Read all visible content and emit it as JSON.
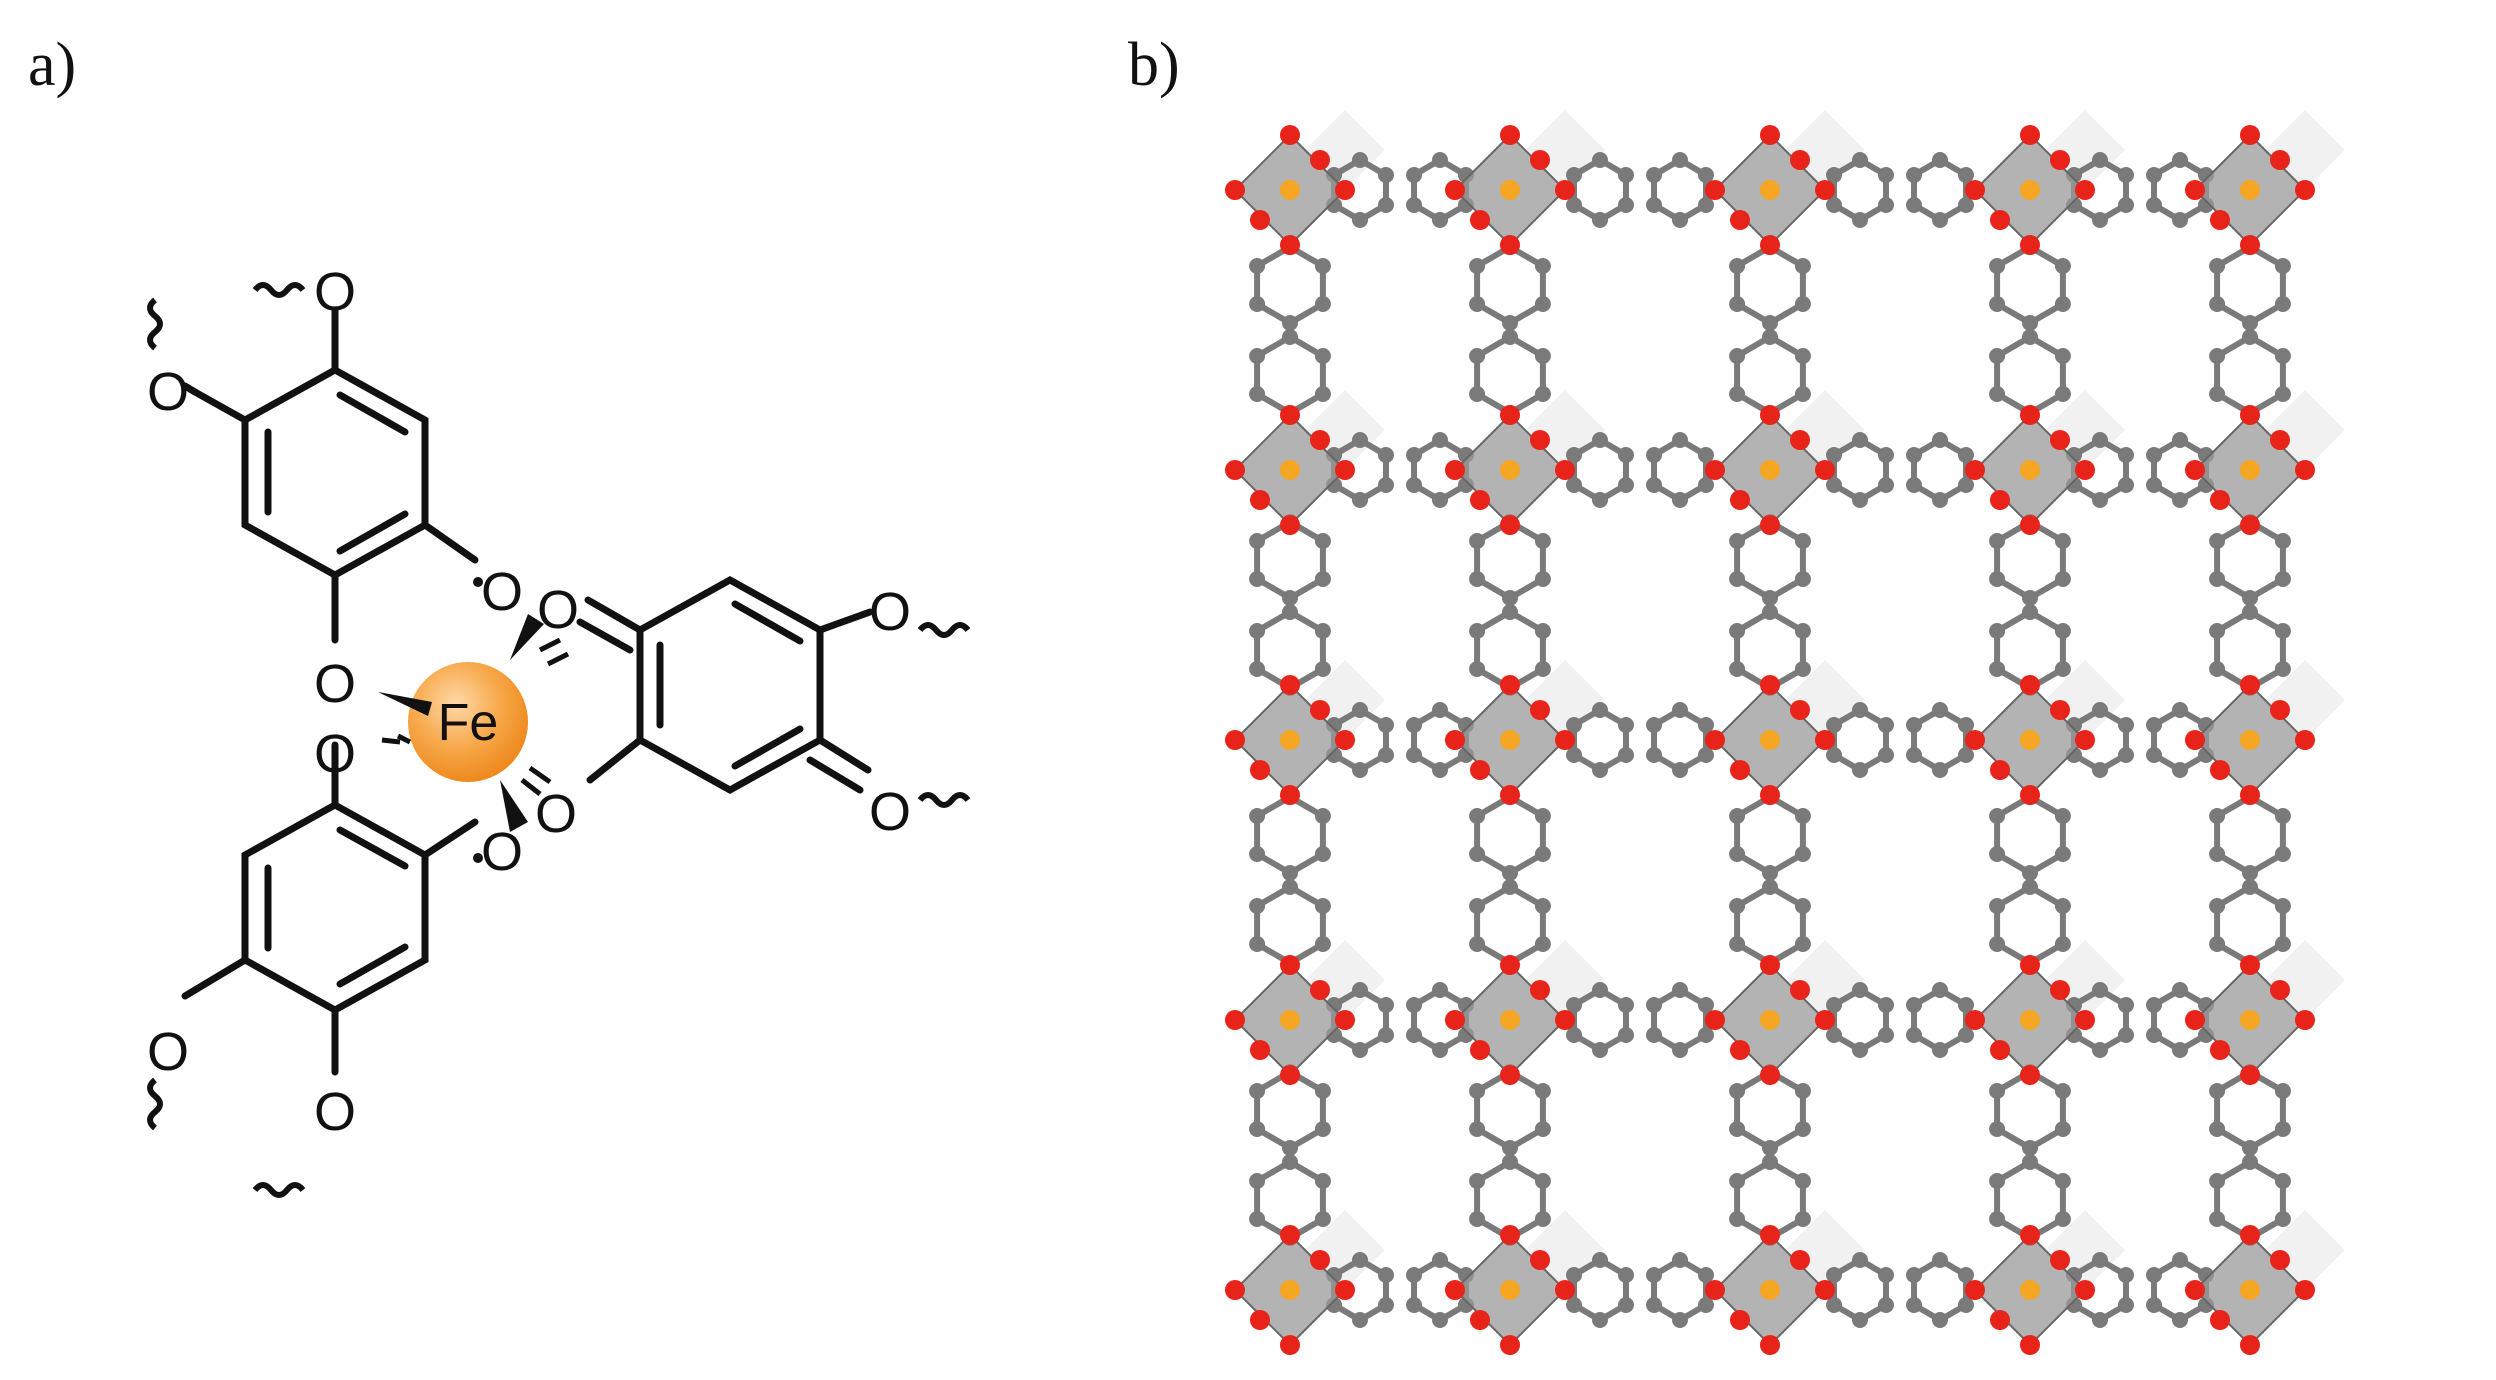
{
  "panels": {
    "a": {
      "label": "a)"
    },
    "b": {
      "label": "b)"
    }
  },
  "structure_a": {
    "metal_label": "Fe",
    "oxygen_label": "O",
    "colors": {
      "metal": "#F39A2B",
      "bond": "#111111"
    }
  },
  "structure_b": {
    "colors": {
      "oxygen": "#E8231A",
      "carbon": "#7A7A7A",
      "iron": "#F5A623",
      "polyhedron": "#9A9A9A"
    }
  }
}
